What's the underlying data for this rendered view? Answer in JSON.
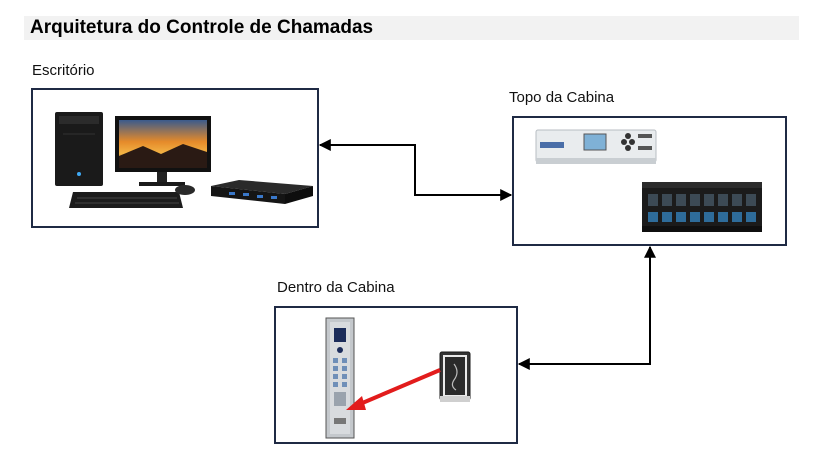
{
  "diagram": {
    "title": "Arquitetura do Controle de Chamadas",
    "groups": {
      "office": {
        "label": "Escritório"
      },
      "cabin_top": {
        "label": "Topo da Cabina"
      },
      "inside_cabin": {
        "label": "Dentro da Cabina"
      }
    }
  }
}
